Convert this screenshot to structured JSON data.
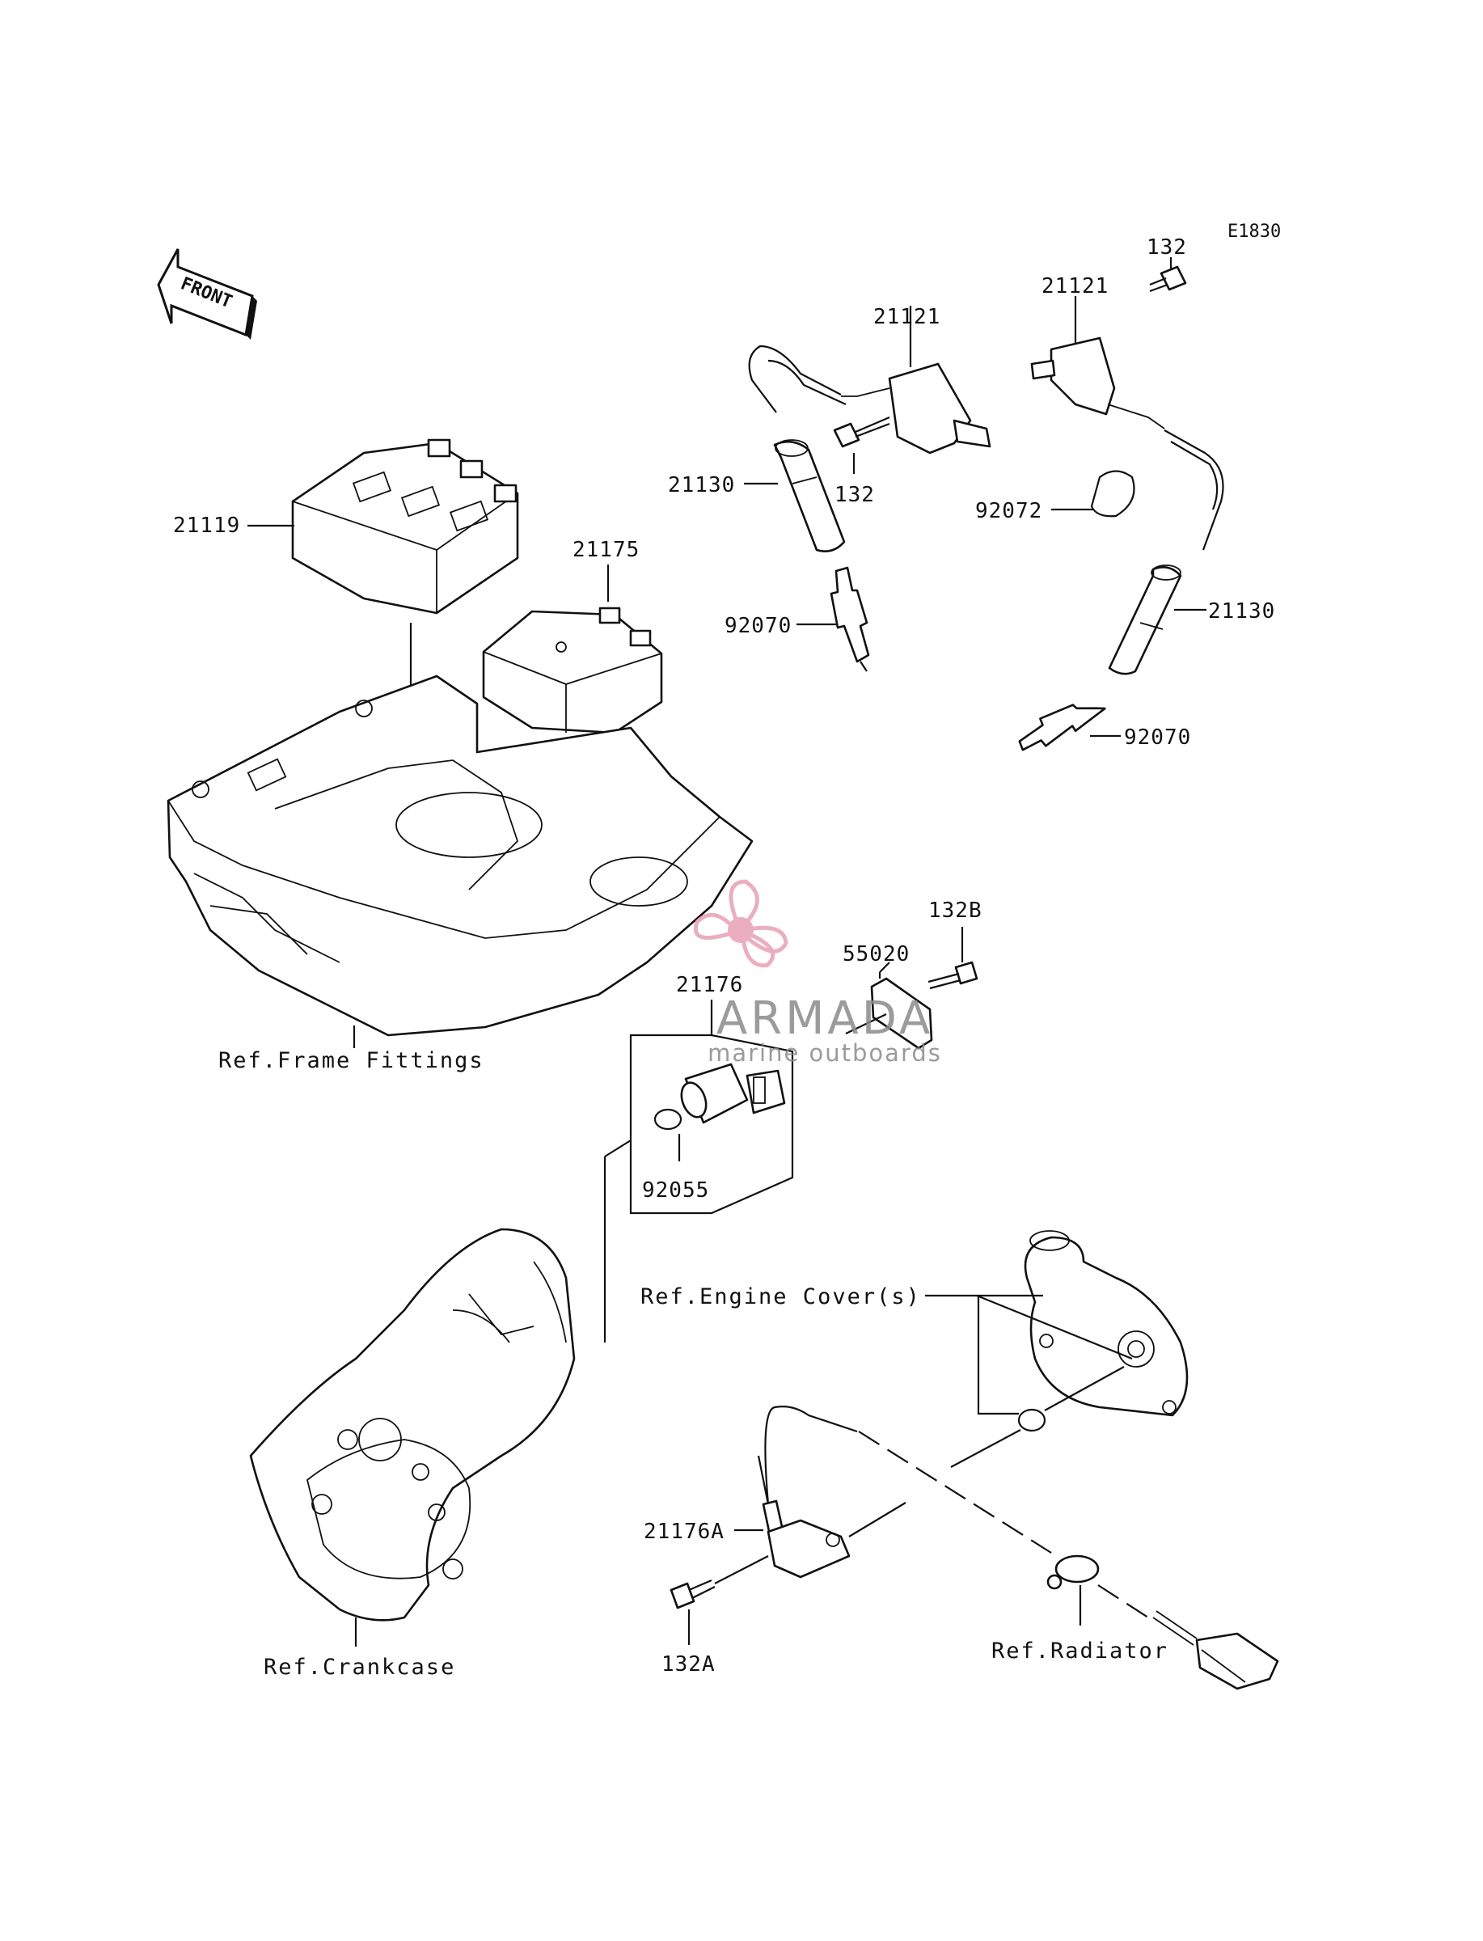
{
  "diagram_code": "E1830",
  "front_label": "FRONT",
  "callouts": {
    "p21119": "21119",
    "p21175": "21175",
    "p21121_left": "21121",
    "p21121_right": "21121",
    "p132_top": "132",
    "p132_mid": "132",
    "p21130_left": "21130",
    "p21130_right": "21130",
    "p92072": "92072",
    "p92070_left": "92070",
    "p92070_right": "92070",
    "p132B": "132B",
    "p55020": "55020",
    "p21176": "21176",
    "p92055": "92055",
    "p21176A": "21176A",
    "p132A": "132A"
  },
  "references": {
    "frame": "Ref.Frame Fittings",
    "engine_cover": "Ref.Engine Cover(s)",
    "crankcase": "Ref.Crankcase",
    "radiator": "Ref.Radiator"
  },
  "watermark": {
    "brand": "ARMADA",
    "tagline": "marine outboards",
    "accent_color": "#e8a0b4",
    "text_color": "#8a8a8a"
  }
}
